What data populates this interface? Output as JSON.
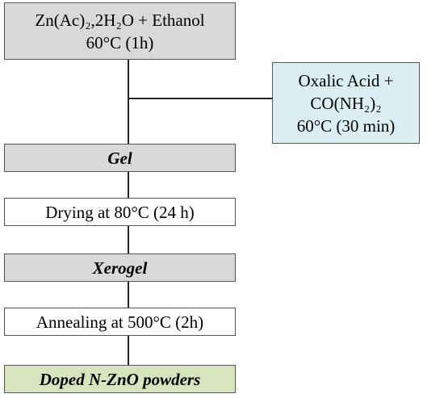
{
  "diagram": {
    "start_box": {
      "line1": "Zn(Ac)₂,2H₂O + Ethanol",
      "line2": "60°C (1h)"
    },
    "side_box": {
      "line1": "Oxalic Acid +",
      "line2": "CO(NH₂)₂",
      "line3": "60°C (30 min)"
    },
    "gel_box": {
      "label": "Gel"
    },
    "drying_box": {
      "label": "Drying at 80°C (24 h)"
    },
    "xerogel_box": {
      "label": "Xerogel"
    },
    "annealing_box": {
      "label": "Annealing at 500°C (2h)"
    },
    "final_box": {
      "label": "Doped N-ZnO powders"
    }
  },
  "colors": {
    "gray_fill": "#d9d9d9",
    "blue_fill": "#dbeef4",
    "green_fill": "#d7e4bd",
    "border": "#555555"
  }
}
